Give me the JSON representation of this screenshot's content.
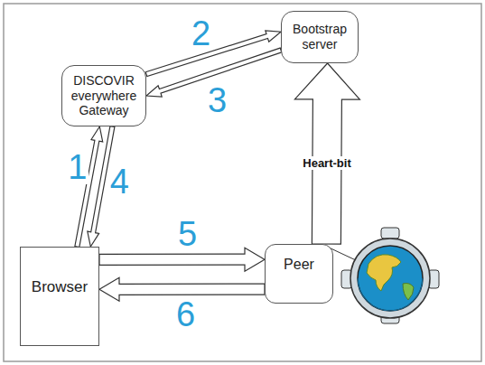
{
  "diagram": {
    "nodes": [
      {
        "text": [
          "DISCOVIR everywhere Gateway"
        ]
      },
      {
        "text": [
          "Bootstrap server"
        ]
      },
      {
        "text": [
          "Browser"
        ]
      },
      {
        "text": [
          "Peer"
        ]
      }
    ],
    "edges": [
      {
        "from": 0,
        "to": 1,
        "label": "2",
        "arrow": "to"
      },
      {
        "from": 1,
        "to": 0,
        "label": "3",
        "arrow": "to"
      },
      {
        "from": 2,
        "to": 0,
        "label": "1",
        "arrow": "to"
      },
      {
        "from": 0,
        "to": 2,
        "label": "4",
        "arrow": "to"
      },
      {
        "from": 2,
        "to": 3,
        "label": "5",
        "arrow": "to"
      },
      {
        "from": 3,
        "to": 2,
        "label": "6",
        "arrow": "to"
      },
      {
        "from": 3,
        "to": 1,
        "label": "Heart-bit",
        "arrow": "to"
      }
    ]
  }
}
